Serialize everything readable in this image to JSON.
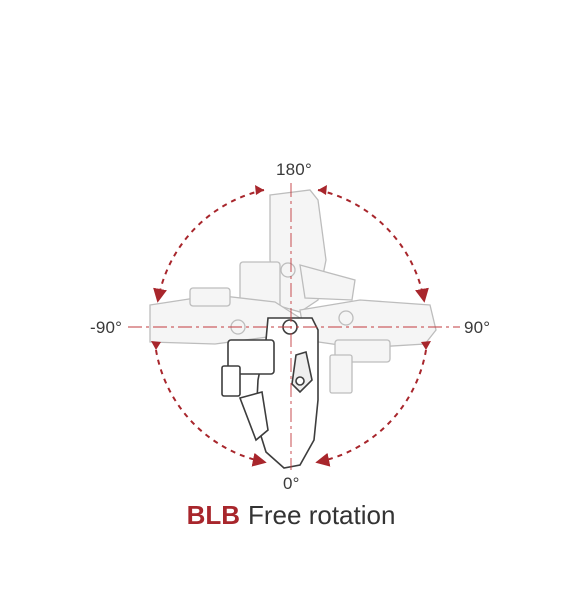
{
  "labels": {
    "top": "180°",
    "bottom": "0°",
    "left": "-90°",
    "right": "90°"
  },
  "caption": {
    "brand": "BLB",
    "text": "Free rotation"
  },
  "colors": {
    "accent": "#a8262c",
    "line": "#4a4a4a",
    "ghost": "#b9b9b9",
    "fill": "#f2f2f2"
  }
}
